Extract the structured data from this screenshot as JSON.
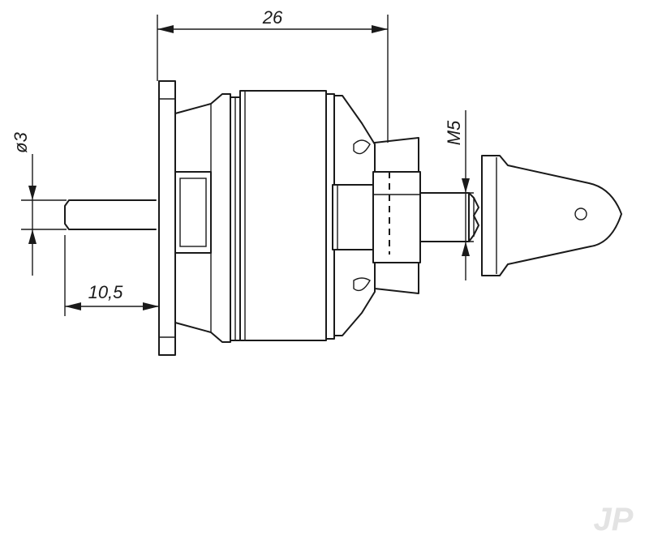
{
  "dimensions": {
    "overall_length": "26",
    "shaft_diameter": "ø3",
    "shaft_extension": "10,5",
    "thread": "M5"
  },
  "watermark": {
    "text": "JP"
  }
}
